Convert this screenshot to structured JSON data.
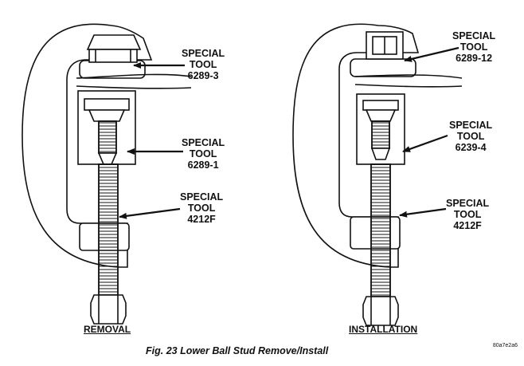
{
  "removal": {
    "caption": "REMOVAL",
    "tool_top": {
      "line1": "SPECIAL",
      "line2": "TOOL",
      "line3": "6289-3"
    },
    "tool_mid": {
      "line1": "SPECIAL",
      "line2": "TOOL",
      "line3": "6289-1"
    },
    "tool_bot": {
      "line1": "SPECIAL",
      "line2": "TOOL",
      "line3": "4212F"
    }
  },
  "installation": {
    "caption": "INSTALLATION",
    "tool_top": {
      "line1": "SPECIAL",
      "line2": "TOOL",
      "line3": "6289-12"
    },
    "tool_mid": {
      "line1": "SPECIAL",
      "line2": "TOOL",
      "line3": "6239-4"
    },
    "tool_bot": {
      "line1": "SPECIAL",
      "line2": "TOOL",
      "line3": "4212F"
    }
  },
  "figure_caption": "Fig. 23 Lower Ball Stud Remove/Install",
  "reference_code": "80a7e2a6",
  "colors": {
    "ink": "#111111",
    "background": "#ffffff"
  }
}
